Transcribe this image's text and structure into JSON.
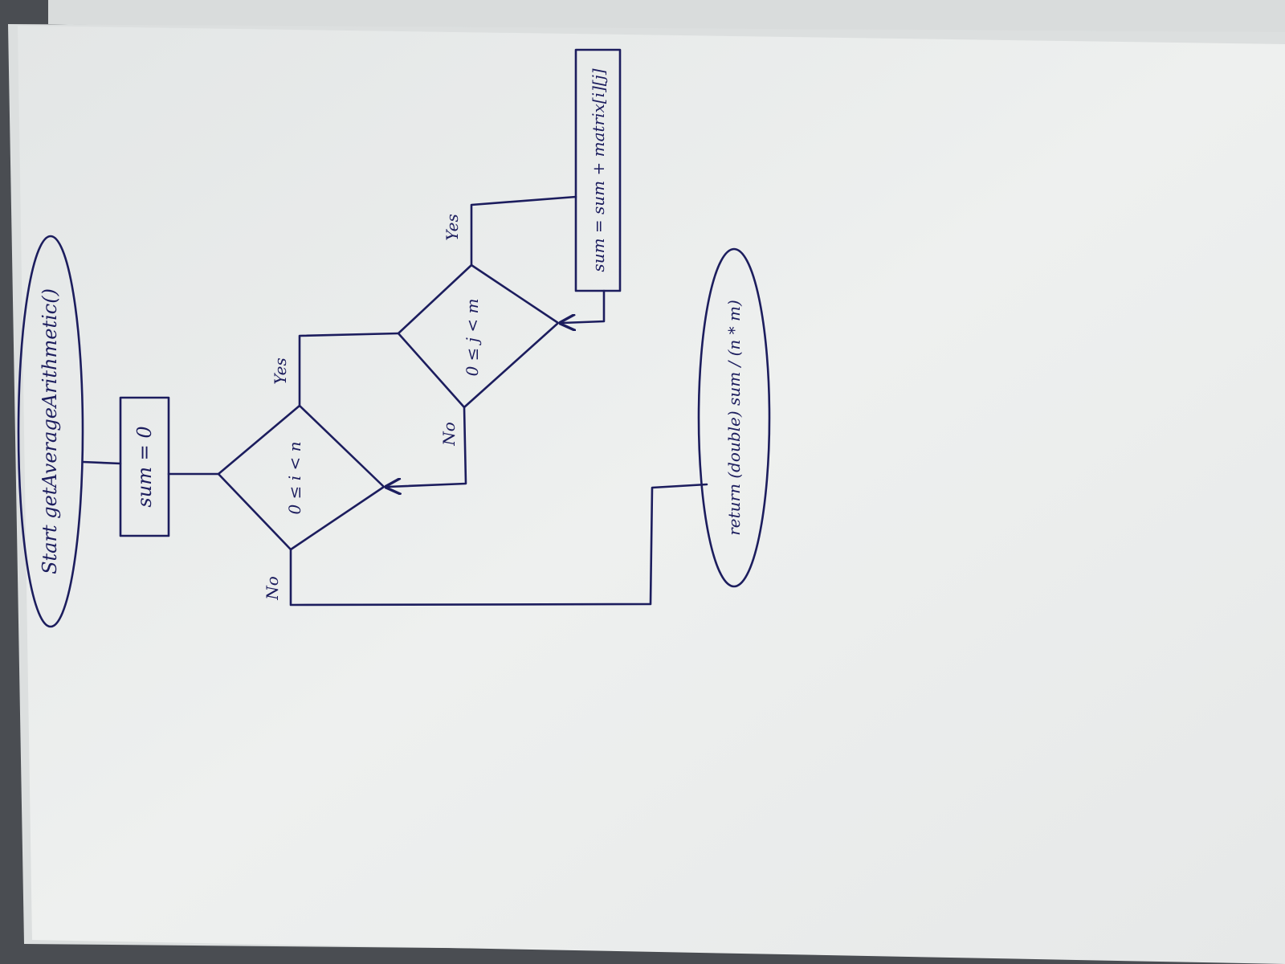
{
  "diagram": {
    "start_label": "Start getAverageArithmetic()",
    "init_label": "sum = 0",
    "outer_condition": "0 ≤ i < n",
    "inner_condition": "0 ≤ j < m",
    "update_label": "sum = sum + matrix[i][j]",
    "return_label": "return (double) sum / (n * m)",
    "outer_yes": "Yes",
    "outer_no": "No",
    "inner_yes": "Yes",
    "inner_no": "No"
  },
  "colors": {
    "ink": "#1c1d5e",
    "paper": "#eceeed",
    "background": "#4a4d52"
  }
}
